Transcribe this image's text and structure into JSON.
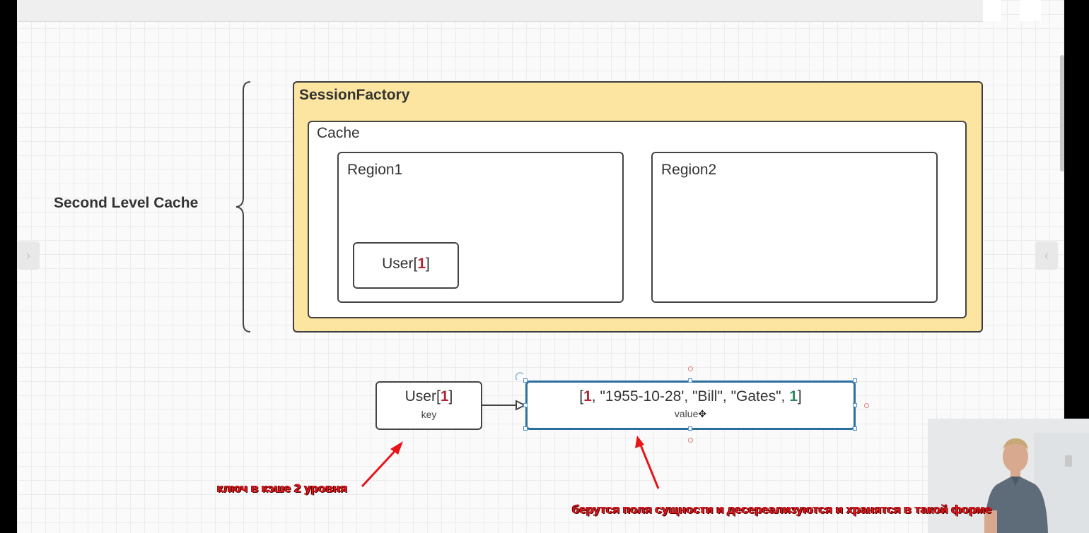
{
  "diagram": {
    "bracket_label": "Second Level Cache",
    "session_factory": {
      "title": "SessionFactory"
    },
    "cache": {
      "title": "Cache"
    },
    "regions": [
      {
        "title": "Region1",
        "entry": {
          "prefix": "User[",
          "id": "1",
          "suffix": "]"
        }
      },
      {
        "title": "Region2"
      }
    ],
    "key_node": {
      "prefix": "User[",
      "id": "1",
      "suffix": "]",
      "sublabel": "key"
    },
    "value_node": {
      "open": "[",
      "first": "1",
      "middle": ", \"1955-10-28', \"Bill\", \"Gates\", ",
      "last": "1",
      "close": "]",
      "sublabel": "value"
    }
  },
  "annotations": {
    "key_note": "ключ в кэше 2 уровня",
    "value_note": "берутся поля сущности и десереализуются и хранятся в такой форме"
  },
  "colors": {
    "session_factory_fill": "#fce5a0",
    "session_factory_border": "#3d3d3d",
    "id_red": "#b22532",
    "id_green": "#2a8a5a",
    "annotation_red": "#e8141a",
    "selection_blue": "#2b6f9e"
  }
}
